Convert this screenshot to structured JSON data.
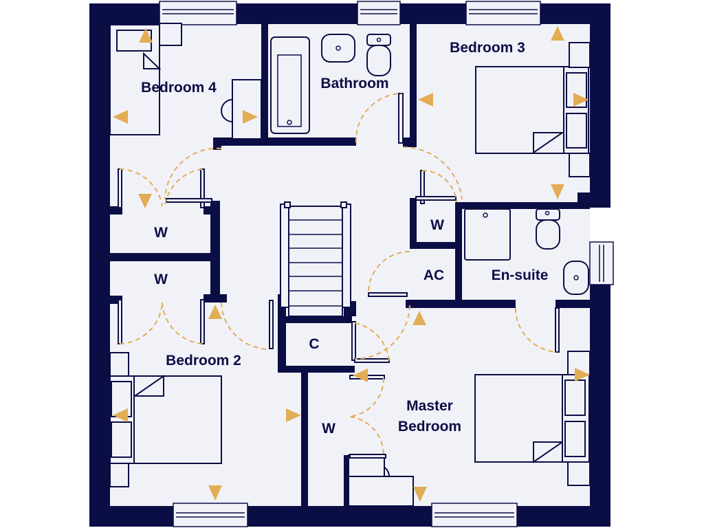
{
  "floorplan": {
    "colors": {
      "wall": "#0b0d45",
      "floor": "#f1f2f8",
      "accent": "#e2ad55"
    },
    "rooms": [
      {
        "id": "bedroom4",
        "label": "Bedroom 4"
      },
      {
        "id": "bathroom",
        "label": "Bathroom"
      },
      {
        "id": "bedroom3",
        "label": "Bedroom 3"
      },
      {
        "id": "wardrobe_b4",
        "label": "W"
      },
      {
        "id": "wardrobe_b2",
        "label": "W"
      },
      {
        "id": "wardrobe_landing",
        "label": "W"
      },
      {
        "id": "airing_cupboard",
        "label": "AC"
      },
      {
        "id": "ensuite",
        "label": "En-suite"
      },
      {
        "id": "cupboard",
        "label": "C"
      },
      {
        "id": "bedroom2",
        "label": "Bedroom 2"
      },
      {
        "id": "wardrobe_master",
        "label": "W"
      },
      {
        "id": "master_bedroom",
        "label": "Master\nBedroom"
      }
    ],
    "master_line1": "Master",
    "master_line2": "Bedroom",
    "legend": {
      "arrow_icon": "dimension-arrow-icon",
      "door_swing": "door-swing-arc"
    }
  }
}
